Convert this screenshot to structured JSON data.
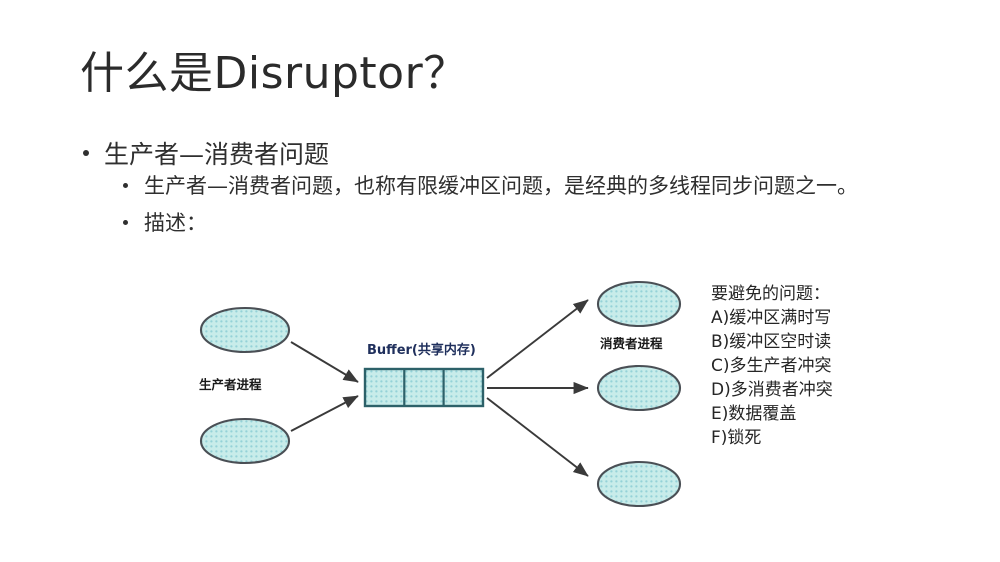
{
  "slide": {
    "title": "什么是Disruptor？",
    "bullets": [
      {
        "level": 1,
        "text": "生产者—消费者问题"
      },
      {
        "level": 2,
        "text": "生产者—消费者问题，也称有限缓冲区问题，是经典的多线程同步问题之一。"
      },
      {
        "level": 2,
        "text": "描述："
      }
    ]
  },
  "diagram": {
    "producer_label": "生产者进程",
    "consumer_label": "消费者进程",
    "buffer_label": "Buffer(共享内存)",
    "buffer_cells": 3,
    "producer_count": 2,
    "consumer_count": 3,
    "colors": {
      "node_fill": "#bfe8e6",
      "node_dot": "#8fd0d6",
      "node_stroke": "#4a4f55",
      "buffer_stroke": "#2d6169",
      "arrow": "#3a3a3a",
      "buffer_label_color": "#1f2f5c"
    }
  },
  "notes": {
    "heading": "要避免的问题：",
    "items": [
      "A)缓冲区满时写",
      "B)缓冲区空时读",
      "C)多生产者冲突",
      "D)多消费者冲突",
      "E)数据覆盖",
      "F)锁死"
    ]
  }
}
